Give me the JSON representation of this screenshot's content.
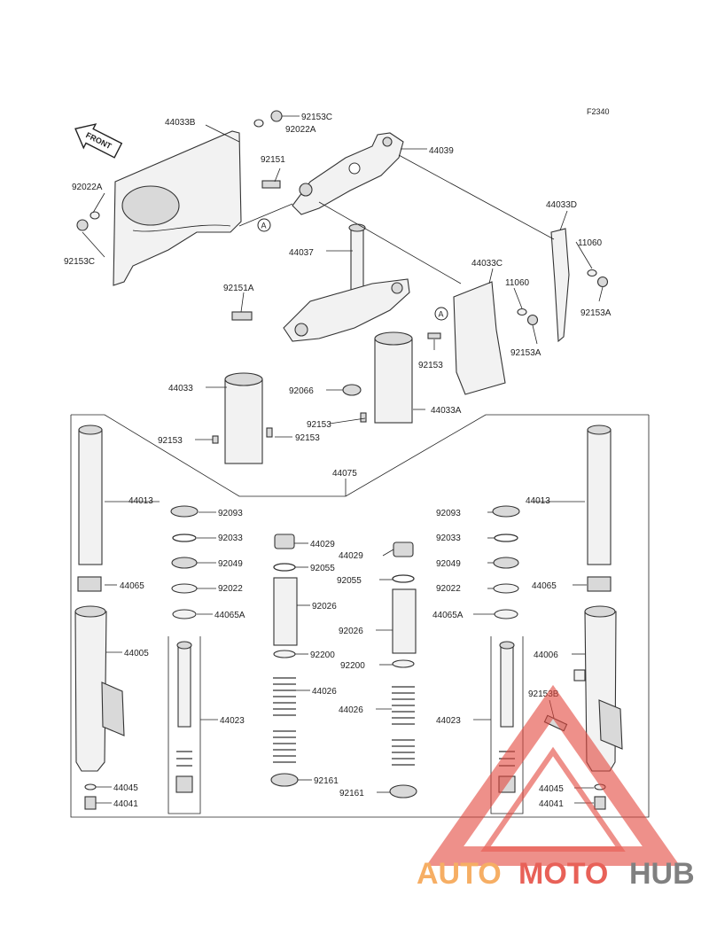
{
  "diagram": {
    "figure_code": "F2340",
    "front_label": "FRONT",
    "ref_marker": "A",
    "labels": {
      "p44033B": "44033B",
      "p92153C_top": "92153C",
      "p92022A_top": "92022A",
      "p44039": "44039",
      "p92151": "92151",
      "p92022A_left": "92022A",
      "p92153C_left": "92153C",
      "p44037": "44037",
      "p44033D": "44033D",
      "p11060_right": "11060",
      "p92153A_right": "92153A",
      "p44033C": "44033C",
      "p11060_mid": "11060",
      "p92153A_mid": "92153A",
      "p92151A": "92151A",
      "p92153_stem": "92153",
      "p44033": "44033",
      "p92066": "92066",
      "p44033A": "44033A",
      "p92153_a": "92153",
      "p92153_b": "92153",
      "p92153_c": "92153",
      "p44075": "44075",
      "p44013_l": "44013",
      "p44013_r": "44013",
      "p92093_l": "92093",
      "p92093_r": "92093",
      "p92033_l": "92033",
      "p92033_r": "92033",
      "p44029_l": "44029",
      "p44029_r": "44029",
      "p92049_l": "92049",
      "p92049_r": "92049",
      "p92055_l": "92055",
      "p92055_r": "92055",
      "p44065_l": "44065",
      "p44065_r": "44065",
      "p92022_l": "92022",
      "p92022_r": "92022",
      "p92026_l": "92026",
      "p92026_r": "92026",
      "p44065A_l": "44065A",
      "p44065A_r": "44065A",
      "p44005": "44005",
      "p44006": "44006",
      "p92200_l": "92200",
      "p92200_r": "92200",
      "p44026_l": "44026",
      "p44026_r": "44026",
      "p92153B": "92153B",
      "p44023_l": "44023",
      "p44023_r": "44023",
      "p92161_l": "92161",
      "p92161_r": "92161",
      "p44045_l": "44045",
      "p44045_r": "44045",
      "p44041_l": "44041",
      "p44041_r": "44041"
    }
  },
  "watermark": {
    "text_part1": "AUTO",
    "text_part2": "MOTO",
    "text_part3": "HUB",
    "color_orange": "#f5a04a",
    "color_red": "#e4463c",
    "color_gray": "#6b6b6b"
  }
}
